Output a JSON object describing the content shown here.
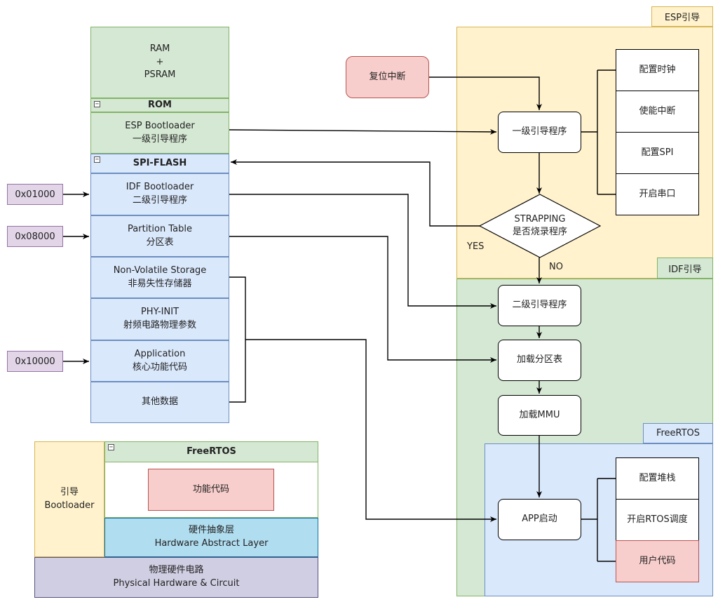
{
  "memory": {
    "ram_l1": "RAM",
    "ram_l2": "+",
    "ram_l3": "PSRAM",
    "rom_header": "ROM",
    "esp_bootloader_l1": "ESP Bootloader",
    "esp_bootloader_l2": "一级引导程序",
    "flash_header": "SPI-FLASH",
    "idf_bootloader_l1": "IDF Bootloader",
    "idf_bootloader_l2": "二级引导程序",
    "partition_l1": "Partition Table",
    "partition_l2": "分区表",
    "nvs_l1": "Non-Volatile Storage",
    "nvs_l2": "非易失性存储器",
    "phy_l1": "PHY-INIT",
    "phy_l2": "射频电路物理参数",
    "app_l1": "Application",
    "app_l2": "核心功能代码",
    "other": "其他数据"
  },
  "addresses": {
    "a1": "0x01000",
    "a2": "0x08000",
    "a3": "0x10000"
  },
  "stack": {
    "boot_l1": "引导",
    "boot_l2": "Bootloader",
    "freertos_header": "FreeRTOS",
    "func_code": "功能代码",
    "hal_l1": "硬件抽象层",
    "hal_l2": "Hardware Abstract Layer",
    "phy_l1": "物理硬件电路",
    "phy_l2": "Physical Hardware & Circuit"
  },
  "flow": {
    "esp_section": "ESP引导",
    "idf_section": "IDF引导",
    "freertos_section": "FreeRTOS",
    "reset_interrupt": "复位中断",
    "first_stage": "一级引导程序",
    "cfg_clock": "配置时钟",
    "enable_int": "使能中断",
    "cfg_spi": "配置SPI",
    "open_uart": "开启串口",
    "strapping_l1": "STRAPPING",
    "strapping_l2": "是否烧录程序",
    "yes": "YES",
    "no": "NO",
    "second_stage": "二级引导程序",
    "load_partition": "加载分区表",
    "load_mmu": "加载MMU",
    "app_start": "APP启动",
    "cfg_stack": "配置堆栈",
    "start_rtos": "开启RTOS调度",
    "user_code": "用户代码"
  },
  "colors": {
    "green": "#d5e8d4",
    "blue": "#dae8fc",
    "yellow": "#fff2cc",
    "red": "#f8cecc",
    "purple": "#e1d5e7",
    "light_blue": "#b1ddf0",
    "gray_purple": "#d0cee2"
  }
}
